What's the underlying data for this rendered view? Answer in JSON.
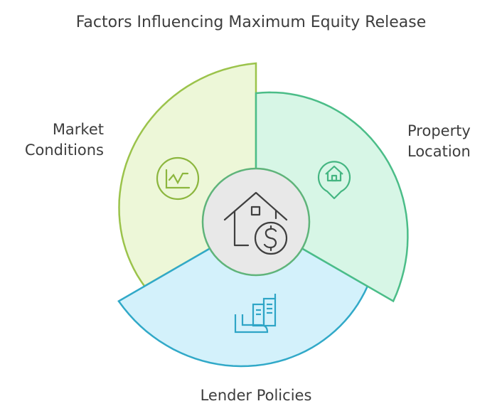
{
  "title": "Factors Influencing Maximum Equity Release",
  "center": {
    "icon": "house-dollar-icon"
  },
  "segments": [
    {
      "id": "market",
      "label_lines": [
        "Market",
        "Conditions"
      ],
      "icon": "line-chart-icon",
      "fill": "#edf7d8",
      "stroke": "#9bc34b"
    },
    {
      "id": "lender",
      "label_lines": [
        "Lender Policies"
      ],
      "icon": "buildings-icon",
      "fill": "#d3f1fb",
      "stroke": "#31a9c8"
    },
    {
      "id": "property",
      "label_lines": [
        "Property",
        "Location"
      ],
      "icon": "location-house-icon",
      "fill": "#d7f6e6",
      "stroke": "#4bbd88"
    }
  ],
  "center_colors": {
    "fill": "#e8e8e8",
    "stroke": "#5fb47a"
  }
}
